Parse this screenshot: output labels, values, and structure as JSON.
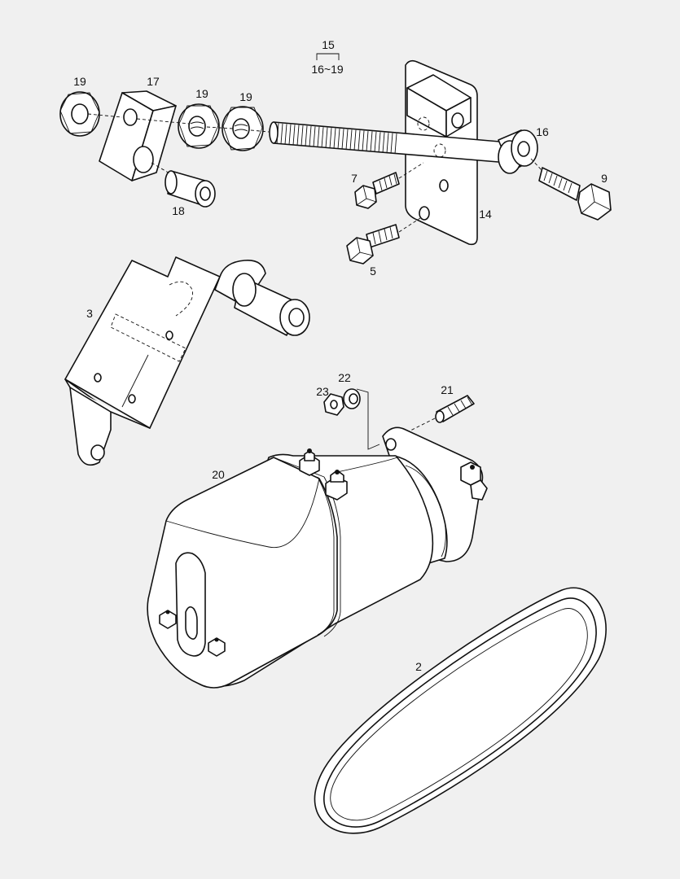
{
  "diagram": {
    "callouts": {
      "p2": "2",
      "p3": "3",
      "p5": "5",
      "p7": "7",
      "p9": "9",
      "p14": "14",
      "p15": "15",
      "p15_range": "16~19",
      "p16": "16",
      "p17": "17",
      "p18": "18",
      "p19a": "19",
      "p19b": "19",
      "p19c": "19",
      "p20": "20",
      "p21": "21",
      "p22": "22",
      "p23": "23"
    }
  }
}
